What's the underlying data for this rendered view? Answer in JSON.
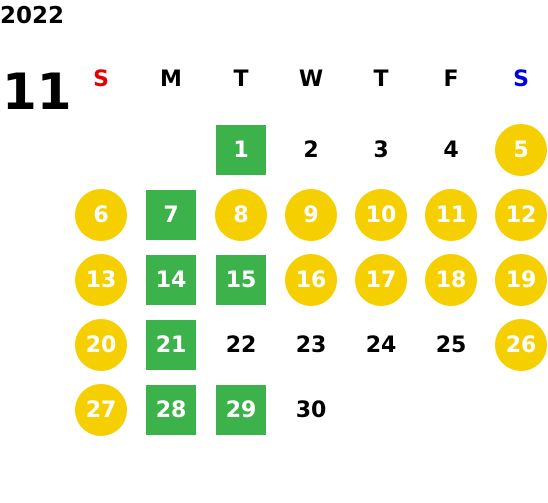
{
  "calendar": {
    "year": "2022",
    "month": "11",
    "weekdays": [
      "S",
      "M",
      "T",
      "W",
      "T",
      "F",
      "S"
    ],
    "colors": {
      "sunday": "#e60000",
      "saturday": "#0000e6",
      "holiday": "#f5cf00",
      "marked": "#3bb34a"
    },
    "weeks": [
      [
        null,
        null,
        {
          "day": "1",
          "type": "marked"
        },
        {
          "day": "2",
          "type": "normal"
        },
        {
          "day": "3",
          "type": "normal"
        },
        {
          "day": "4",
          "type": "normal"
        },
        {
          "day": "5",
          "type": "holiday"
        }
      ],
      [
        {
          "day": "6",
          "type": "holiday"
        },
        {
          "day": "7",
          "type": "marked"
        },
        {
          "day": "8",
          "type": "holiday"
        },
        {
          "day": "9",
          "type": "holiday"
        },
        {
          "day": "10",
          "type": "holiday"
        },
        {
          "day": "11",
          "type": "holiday"
        },
        {
          "day": "12",
          "type": "holiday"
        }
      ],
      [
        {
          "day": "13",
          "type": "holiday"
        },
        {
          "day": "14",
          "type": "marked"
        },
        {
          "day": "15",
          "type": "marked"
        },
        {
          "day": "16",
          "type": "holiday"
        },
        {
          "day": "17",
          "type": "holiday"
        },
        {
          "day": "18",
          "type": "holiday"
        },
        {
          "day": "19",
          "type": "holiday"
        }
      ],
      [
        {
          "day": "20",
          "type": "holiday"
        },
        {
          "day": "21",
          "type": "marked"
        },
        {
          "day": "22",
          "type": "normal"
        },
        {
          "day": "23",
          "type": "normal"
        },
        {
          "day": "24",
          "type": "normal"
        },
        {
          "day": "25",
          "type": "normal"
        },
        {
          "day": "26",
          "type": "holiday"
        }
      ],
      [
        {
          "day": "27",
          "type": "holiday"
        },
        {
          "day": "28",
          "type": "marked"
        },
        {
          "day": "29",
          "type": "marked"
        },
        {
          "day": "30",
          "type": "normal"
        },
        null,
        null,
        null
      ]
    ]
  }
}
